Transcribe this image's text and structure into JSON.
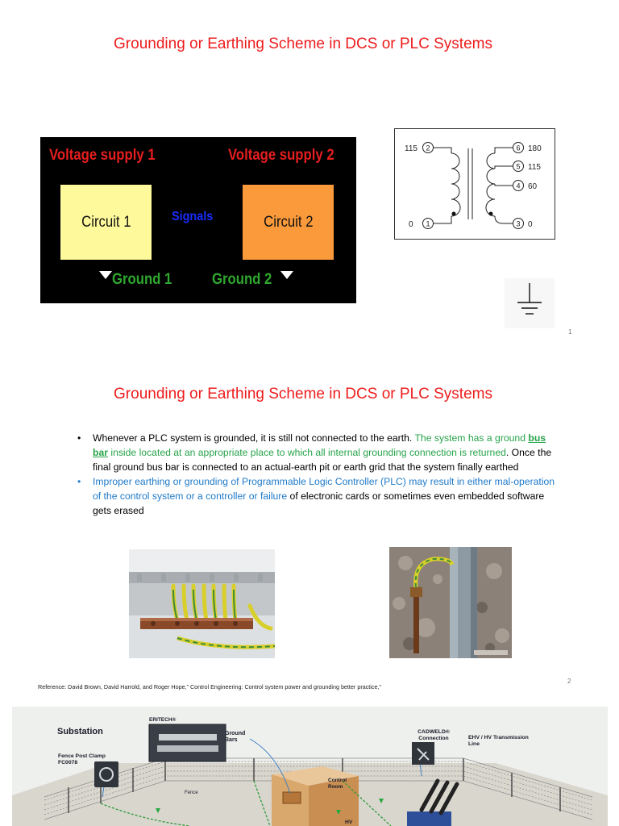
{
  "slide1": {
    "title": "Grounding or Earthing Scheme in DCS or PLC Systems",
    "page_number": "1",
    "diagram": {
      "voltage_supply_1": "Voltage supply 1",
      "voltage_supply_2": "Voltage supply 2",
      "circuit_1": "Circuit 1",
      "circuit_2": "Circuit 2",
      "signals": "Signals",
      "ground_1": "Ground 1",
      "ground_2": "Ground 2",
      "colors": {
        "background": "#000000",
        "circuit_1": "#fef99a",
        "circuit_2": "#fb9a3a",
        "supply_text": "#e61e1e",
        "ground_text": "#2fa82f",
        "signals_text": "#1a2cff"
      }
    },
    "transformer": {
      "primary": [
        {
          "pin": "2",
          "value": "115"
        },
        {
          "pin": "1",
          "value": "0"
        }
      ],
      "secondary": [
        {
          "pin": "6",
          "value": "180"
        },
        {
          "pin": "5",
          "value": "115"
        },
        {
          "pin": "4",
          "value": "60"
        },
        {
          "pin": "3",
          "value": "0"
        }
      ]
    },
    "ground_symbol_icon": "earth-ground-icon"
  },
  "slide2": {
    "title": "Grounding or Earthing Scheme in DCS or PLC Systems",
    "page_number": "2",
    "bullet1": {
      "part1": "Whenever a PLC system is grounded, it is still not connected to the earth. ",
      "part2_green": "The system has a ground ",
      "part3_bold": "bus bar",
      "part4_green": " inside located at an appropriate place to which all internal grounding connection is returned",
      "part5": ". Once the final ground bus bar is connected to an actual-earth pit or earth grid that the system finally earthed"
    },
    "bullet2": {
      "part1_blue": "Improper earthing or grounding of Programmable Logic Controller (PLC) may result in either mal-operation of the control system or a controller or failure",
      "part2": " of electronic cards or sometimes even embedded software gets erased"
    },
    "reference": "Reference: David Brown, David Harrold, and Roger Hope,” Control Engineering: Control system power and grounding better practice,”"
  },
  "slide3": {
    "labels": {
      "substation": "Substation",
      "eritech": "ERITECH®",
      "ground_bars": "Ground Bars",
      "fence_post_clamp": "Fence Post Clamp",
      "fc0078": "FC0078",
      "cadweld": "CADWELD® Connection",
      "ehv_hv": "EHV / HV Transmission Line",
      "control_room": "Control Room",
      "fence": "Fence",
      "hv": "HV"
    }
  }
}
